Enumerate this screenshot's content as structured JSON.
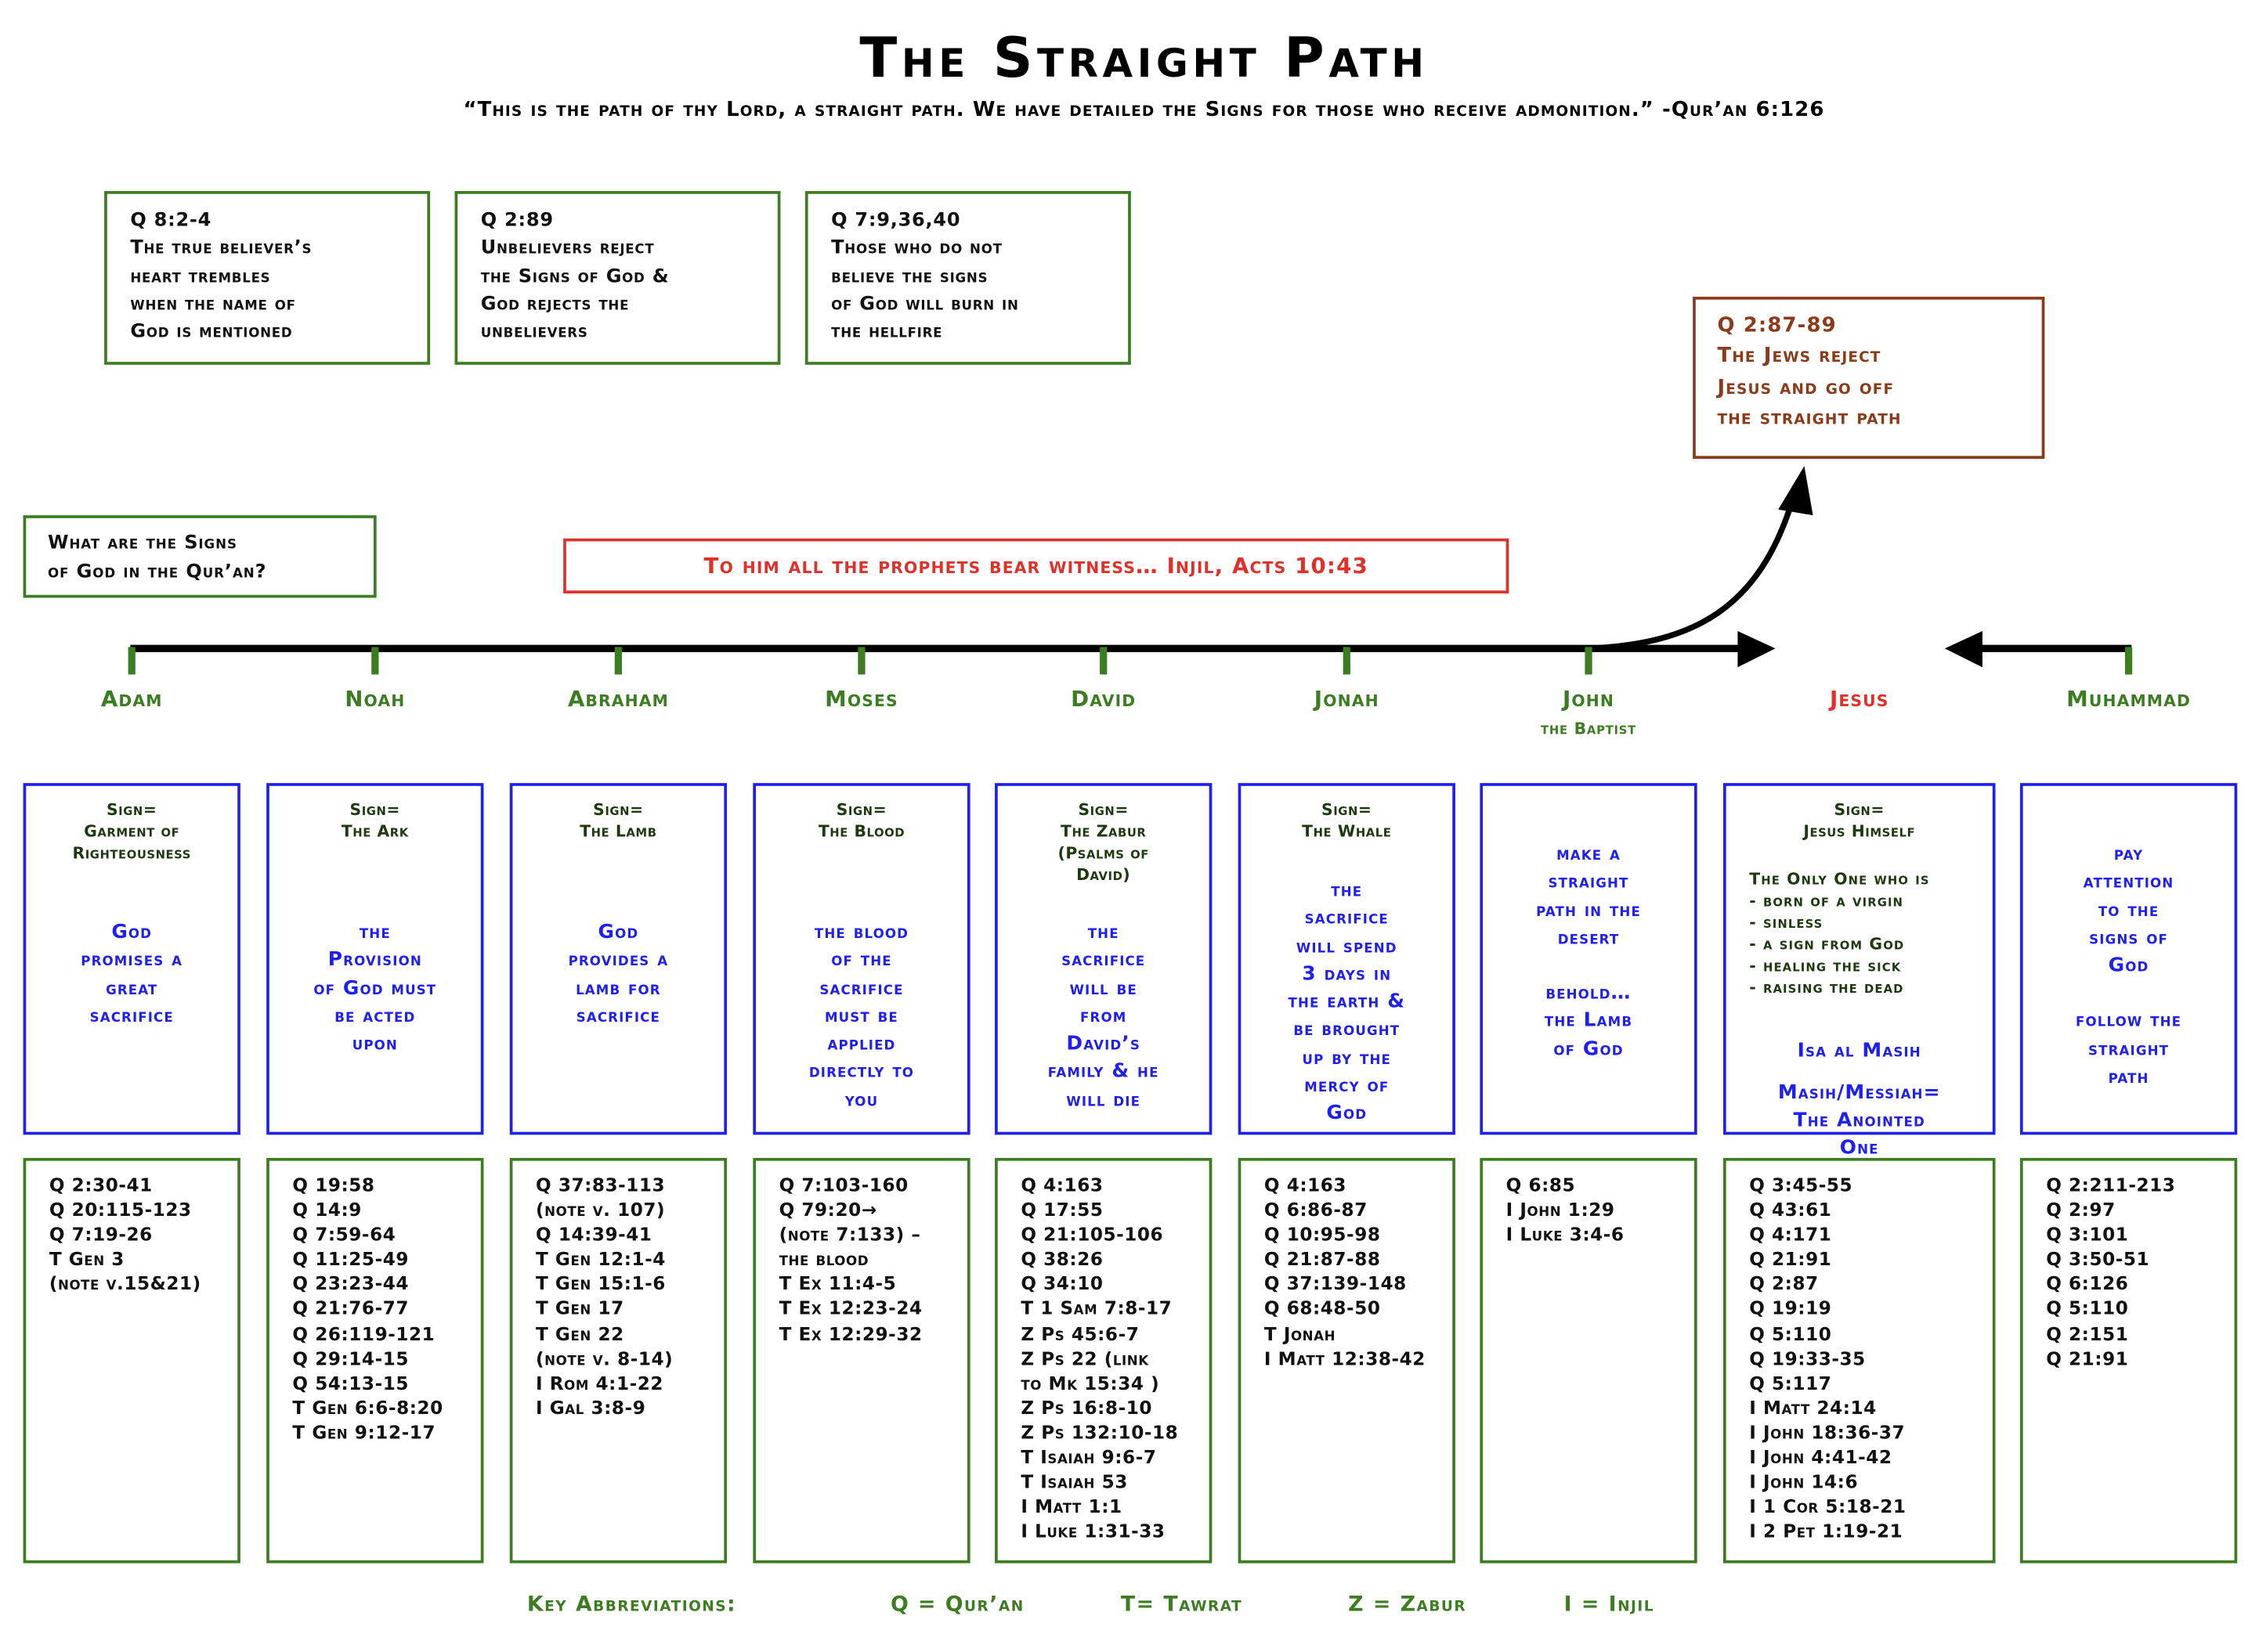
{
  "header": {
    "title": "The Straight Path",
    "subtitle": "“This is the path of thy Lord, a straight path. We have detailed the Signs for those who receive admonition.” -Qur’an 6:126"
  },
  "top_boxes": [
    {
      "lines": [
        "Q 8:2-4",
        "The true believer’s",
        "heart trembles",
        "when the name of",
        "God is mentioned"
      ]
    },
    {
      "lines": [
        "Q 2:89",
        "Unbelievers reject",
        "the Signs of God &",
        "God rejects the",
        "unbelievers"
      ]
    },
    {
      "lines": [
        "Q 7:9,36,40",
        "Those who do not",
        "believe the signs",
        "of God will burn in",
        "the hellfire"
      ]
    }
  ],
  "jews_box": {
    "lines": [
      "Q 2:87-89",
      "The Jews reject",
      "Jesus and go off",
      "the straight path"
    ]
  },
  "question_box": {
    "lines": [
      "What are the Signs",
      "of God in the Qur’an?"
    ]
  },
  "witness_banner": "To him all the prophets bear witness…  Injil, Acts 10:43",
  "colors": {
    "green": "#3c7d22",
    "blue": "#1f1ff0",
    "red": "#e0302a",
    "brown": "#8b3a1a",
    "dark_green": "#1c3a0e"
  },
  "prophets": [
    {
      "name": "Adam",
      "sign_head": [
        "Sign=",
        "Garment of",
        "Righteousness"
      ],
      "sign_blocks": [
        {
          "type": "body",
          "lines": [
            "God",
            "promises a",
            "great",
            "sacrifice"
          ]
        }
      ],
      "refs": [
        "Q 2:30-41",
        "Q 20:115-123",
        "Q 7:19-26",
        "T Gen 3",
        "(note v.15&21)"
      ]
    },
    {
      "name": "Noah",
      "sign_head": [
        "Sign=",
        "The Ark"
      ],
      "sign_blocks": [
        {
          "type": "body",
          "lines": [
            "the",
            "Provision",
            "of God must",
            "be acted",
            "upon"
          ]
        }
      ],
      "refs": [
        "Q 19:58",
        "Q 14:9",
        "Q 7:59-64",
        "Q 11:25-49",
        "Q 23:23-44",
        "Q 21:76-77",
        "Q 26:119-121",
        "Q 29:14-15",
        "Q 54:13-15",
        "T Gen 6:6-8:20",
        "T Gen 9:12-17"
      ]
    },
    {
      "name": "Abraham",
      "sign_head": [
        "Sign=",
        "The Lamb"
      ],
      "sign_blocks": [
        {
          "type": "body",
          "lines": [
            "God",
            "provides a",
            "lamb for",
            "sacrifice"
          ]
        }
      ],
      "refs": [
        "Q 37:83-113",
        "(note v. 107)",
        "Q 14:39-41",
        "T Gen 12:1-4",
        "T Gen 15:1-6",
        "T Gen 17",
        "T Gen 22",
        "(note v. 8-14)",
        "I Rom 4:1-22",
        "I Gal 3:8-9"
      ]
    },
    {
      "name": "Moses",
      "sign_head": [
        "Sign=",
        "The Blood"
      ],
      "sign_blocks": [
        {
          "type": "body",
          "lines": [
            "the blood",
            "of the",
            "sacrifice",
            "must be",
            "applied",
            "directly to",
            "you"
          ]
        }
      ],
      "refs": [
        "Q 7:103-160",
        "Q 79:20→",
        "(note 7:133) –",
        "the blood",
        "T Ex 11:4-5",
        "T Ex 12:23-24",
        "T Ex 12:29-32"
      ]
    },
    {
      "name": "David",
      "sign_head": [
        "Sign=",
        "The Zabur",
        "(Psalms of",
        "David)"
      ],
      "sign_blocks": [
        {
          "type": "body",
          "lines": [
            "the",
            "sacrifice",
            "will be",
            "from",
            "David’s",
            "family & he",
            "will die"
          ]
        }
      ],
      "refs": [
        "Q 4:163",
        "Q 17:55",
        "Q 21:105-106",
        "Q 38:26",
        "Q 34:10",
        "T 1 Sam 7:8-17",
        "Z Ps 45:6-7",
        "Z Ps 22 (link",
        "to Mk 15:34 )",
        "Z Ps 16:8-10",
        "Z Ps 132:10-18",
        "T Isaiah 9:6-7",
        "T Isaiah 53",
        "I Matt 1:1",
        "I Luke 1:31-33"
      ]
    },
    {
      "name": "Jonah",
      "sign_head": [
        "Sign=",
        "The Whale"
      ],
      "sign_blocks": [
        {
          "type": "body",
          "lines": [
            "the",
            "sacrifice",
            "will spend",
            "3 days in",
            "the earth &",
            "be brought",
            "up by the",
            "mercy of",
            "God"
          ]
        }
      ],
      "refs": [
        "Q 4:163",
        "Q 6:86-87",
        "Q 10:95-98",
        "Q 21:87-88",
        "Q 37:139-148",
        "Q 68:48-50",
        "T Jonah",
        "I Matt 12:38-42"
      ]
    },
    {
      "name": "John",
      "subname": "the Baptist",
      "sign_head": [],
      "sign_blocks": [
        {
          "type": "body",
          "lines": [
            "make a",
            "straight",
            "path in the",
            "desert"
          ]
        },
        {
          "type": "body",
          "lines": [
            "behold…",
            "the Lamb",
            "of God"
          ]
        }
      ],
      "refs": [
        "Q 6:85",
        "I John 1:29",
        "I Luke 3:4-6"
      ]
    },
    {
      "name": "Jesus",
      "sign_head": [
        "Sign=",
        "Jesus Himself"
      ],
      "sign_blocks": [
        {
          "type": "list",
          "lines": [
            "The Only One who is",
            "- born of a virgin",
            "- sinless",
            "- a sign from God",
            "- healing the sick",
            "- raising the dead"
          ]
        },
        {
          "type": "body",
          "lines": [
            "Isa al Masih"
          ]
        },
        {
          "type": "body",
          "lines": [
            "Masih/Messiah=",
            "The Anointed",
            "One"
          ]
        }
      ],
      "refs": [
        "Q 3:45-55",
        "Q 43:61",
        "Q 4:171",
        "Q 21:91",
        "Q 2:87",
        "Q 19:19",
        "Q 5:110",
        "Q 19:33-35",
        "Q 5:117",
        "I Matt 24:14",
        "I John 18:36-37",
        "I John 4:41-42",
        "I John 14:6",
        "I 1 Cor 5:18-21",
        "I 2 Pet 1:19-21"
      ]
    },
    {
      "name": "Muhammad",
      "sign_head": [],
      "sign_blocks": [
        {
          "type": "body",
          "lines": [
            "pay",
            "attention",
            "to the",
            "signs of",
            "God"
          ]
        },
        {
          "type": "body",
          "lines": [
            "follow the",
            "straight",
            "path"
          ]
        }
      ],
      "refs": [
        "Q 2:211-213",
        "Q 2:97",
        "Q 3:101",
        "Q 3:50-51",
        "Q 6:126",
        "Q 5:110",
        "Q 2:151",
        "Q 21:91"
      ]
    }
  ],
  "key": {
    "label": "Key Abbreviations:",
    "items": [
      "Q = Qur’an",
      "T= Tawrat",
      "Z = Zabur",
      "I = Injil"
    ]
  }
}
